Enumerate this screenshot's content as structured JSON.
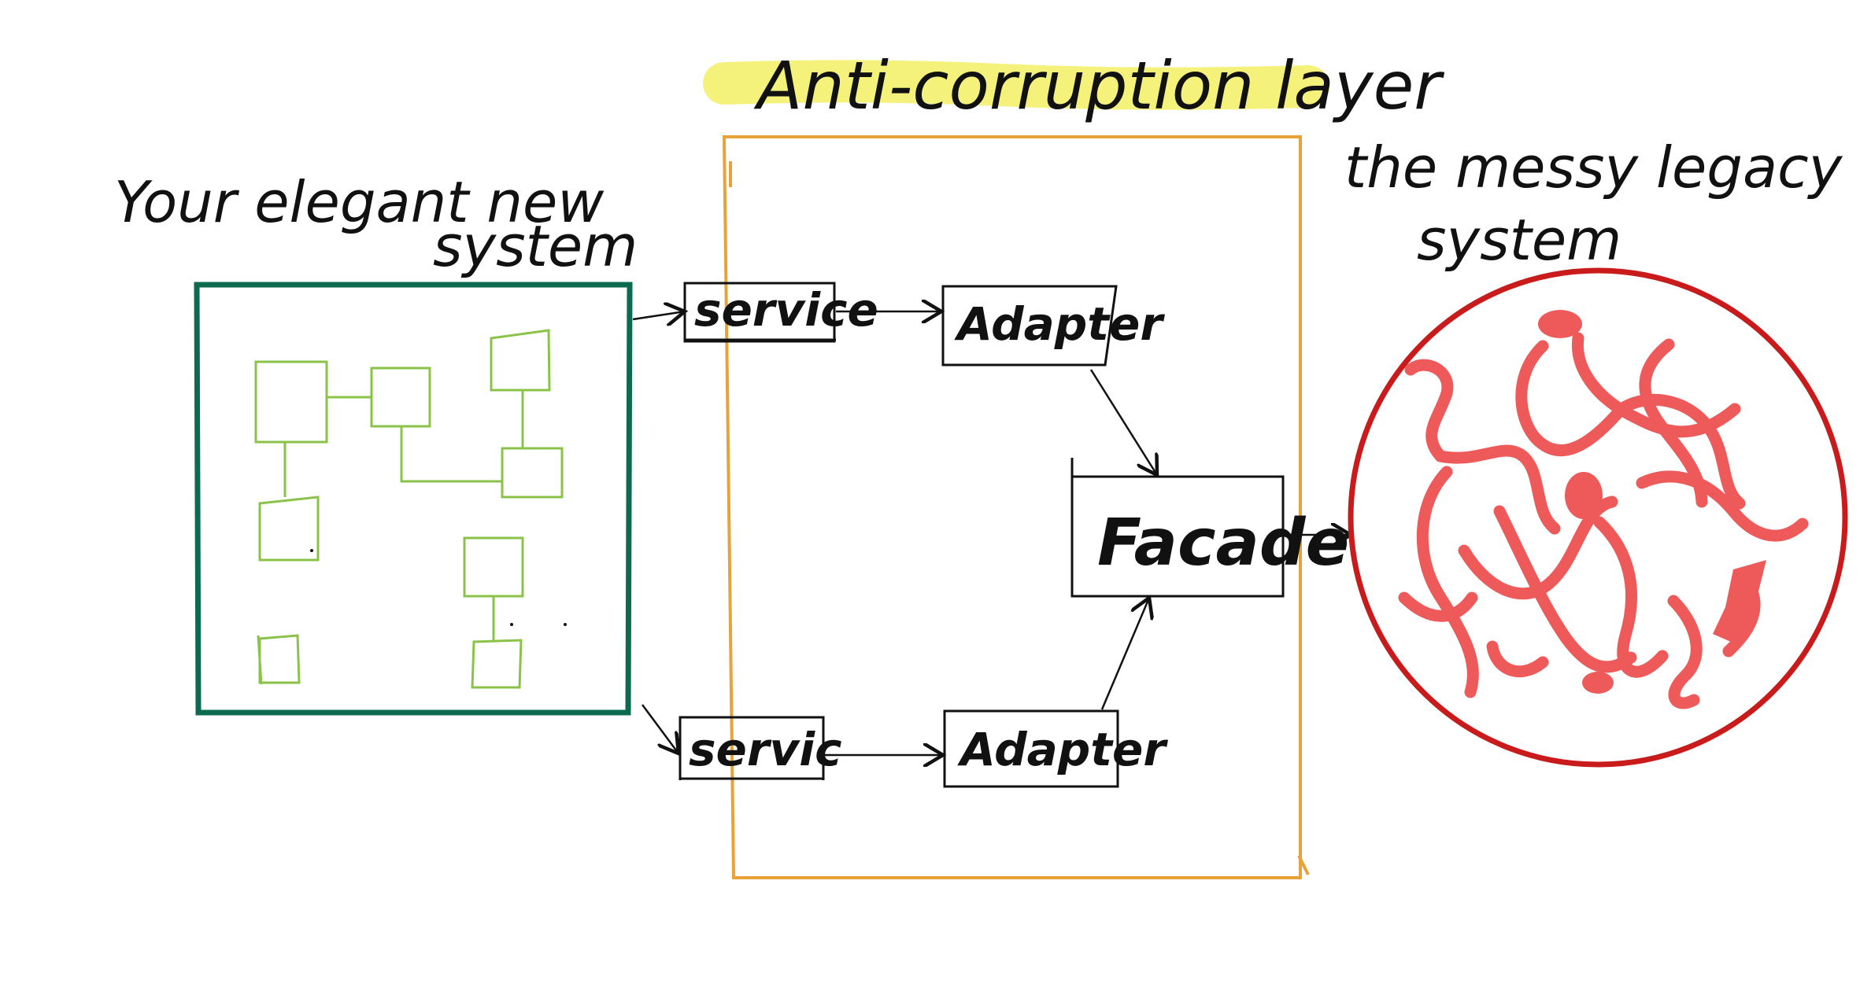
{
  "title": "Anti-corruption layer",
  "left_label": {
    "line1": "Your elegant new",
    "line2": "system"
  },
  "right_label": {
    "line1": "the messy legacy",
    "line2": "system"
  },
  "services": {
    "top": "service",
    "bottom": "servic"
  },
  "adapters": {
    "top": "Adapter",
    "bottom": "Adapter"
  },
  "facade": "Facade",
  "colors": {
    "ink": "#111111",
    "highlight": "#f4f27a",
    "acl_border": "#e8a23a",
    "new_system": "#0c6b4f",
    "new_system_inner": "#8bc34a",
    "legacy_circle": "#c91b1b",
    "legacy_mess": "#ee5a5a"
  }
}
